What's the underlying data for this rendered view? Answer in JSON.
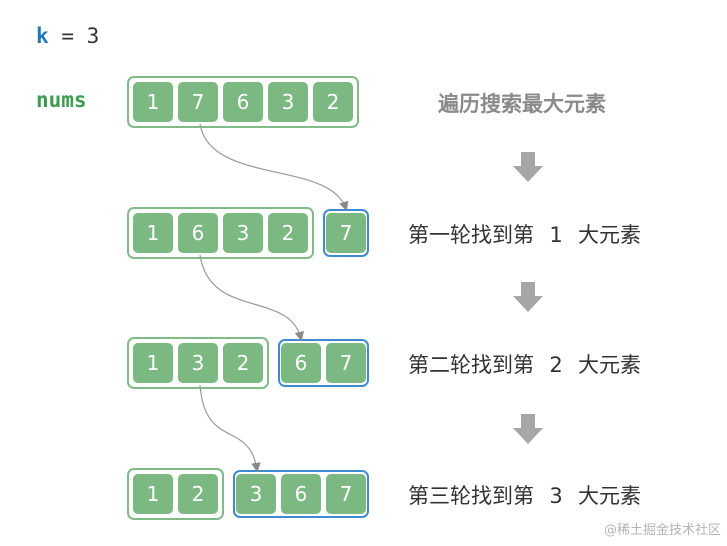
{
  "k_label": "k",
  "k_eq": "=",
  "k_value": "3",
  "nums_label": "nums",
  "rows": [
    {
      "remaining": [
        "1",
        "7",
        "6",
        "3",
        "2"
      ],
      "found": [],
      "text": "遍历搜索最大元素"
    },
    {
      "remaining": [
        "1",
        "6",
        "3",
        "2"
      ],
      "found": [
        "7"
      ],
      "text_a": "第一轮找到第",
      "rank": "1",
      "text_b": "大元素"
    },
    {
      "remaining": [
        "1",
        "3",
        "2"
      ],
      "found": [
        "6",
        "7"
      ],
      "text_a": "第二轮找到第",
      "rank": "2",
      "text_b": "大元素"
    },
    {
      "remaining": [
        "1",
        "2"
      ],
      "found": [
        "3",
        "6",
        "7"
      ],
      "text_a": "第三轮找到第",
      "rank": "3",
      "text_b": "大元素"
    }
  ],
  "watermark": "@稀土掘金技术社区"
}
